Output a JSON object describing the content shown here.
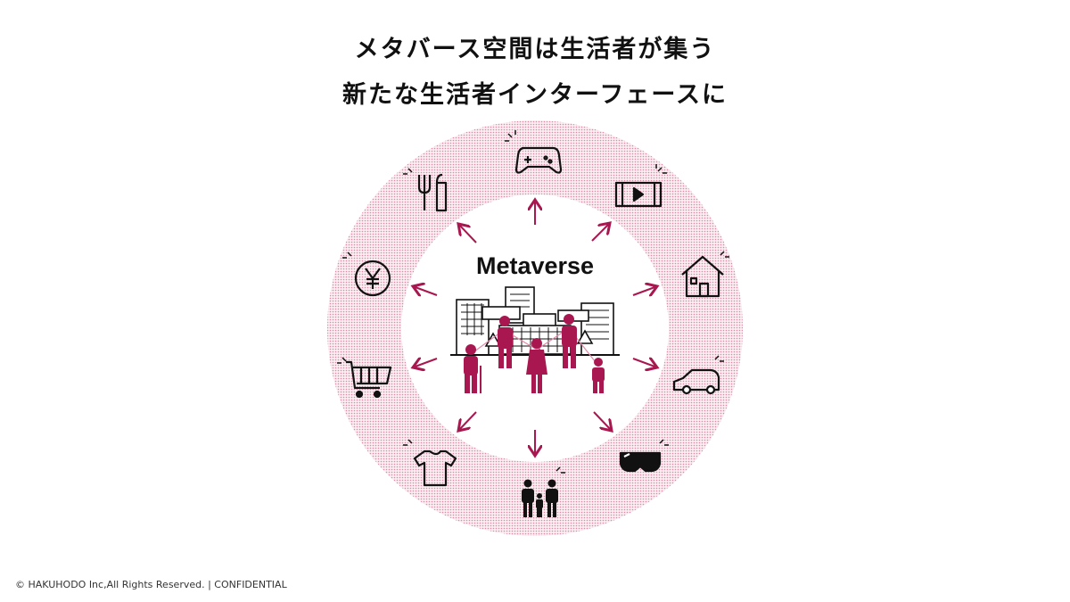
{
  "title": {
    "line1": "メタバース空間は生活者が集う",
    "line2": "新たな生活者インターフェースに"
  },
  "center": {
    "label": "Metaverse"
  },
  "icons": [
    "game-controller-icon",
    "video-film-icon",
    "house-icon",
    "car-icon",
    "vr-goggles-icon",
    "family-icon",
    "shirt-icon",
    "shopping-cart-icon",
    "yen-icon",
    "cutlery-icon"
  ],
  "colors": {
    "accent": "#a8174f",
    "ring": "#e9b9c8"
  },
  "footer": "© HAKUHODO Inc,All Rights Reserved. | CONFIDENTIAL"
}
